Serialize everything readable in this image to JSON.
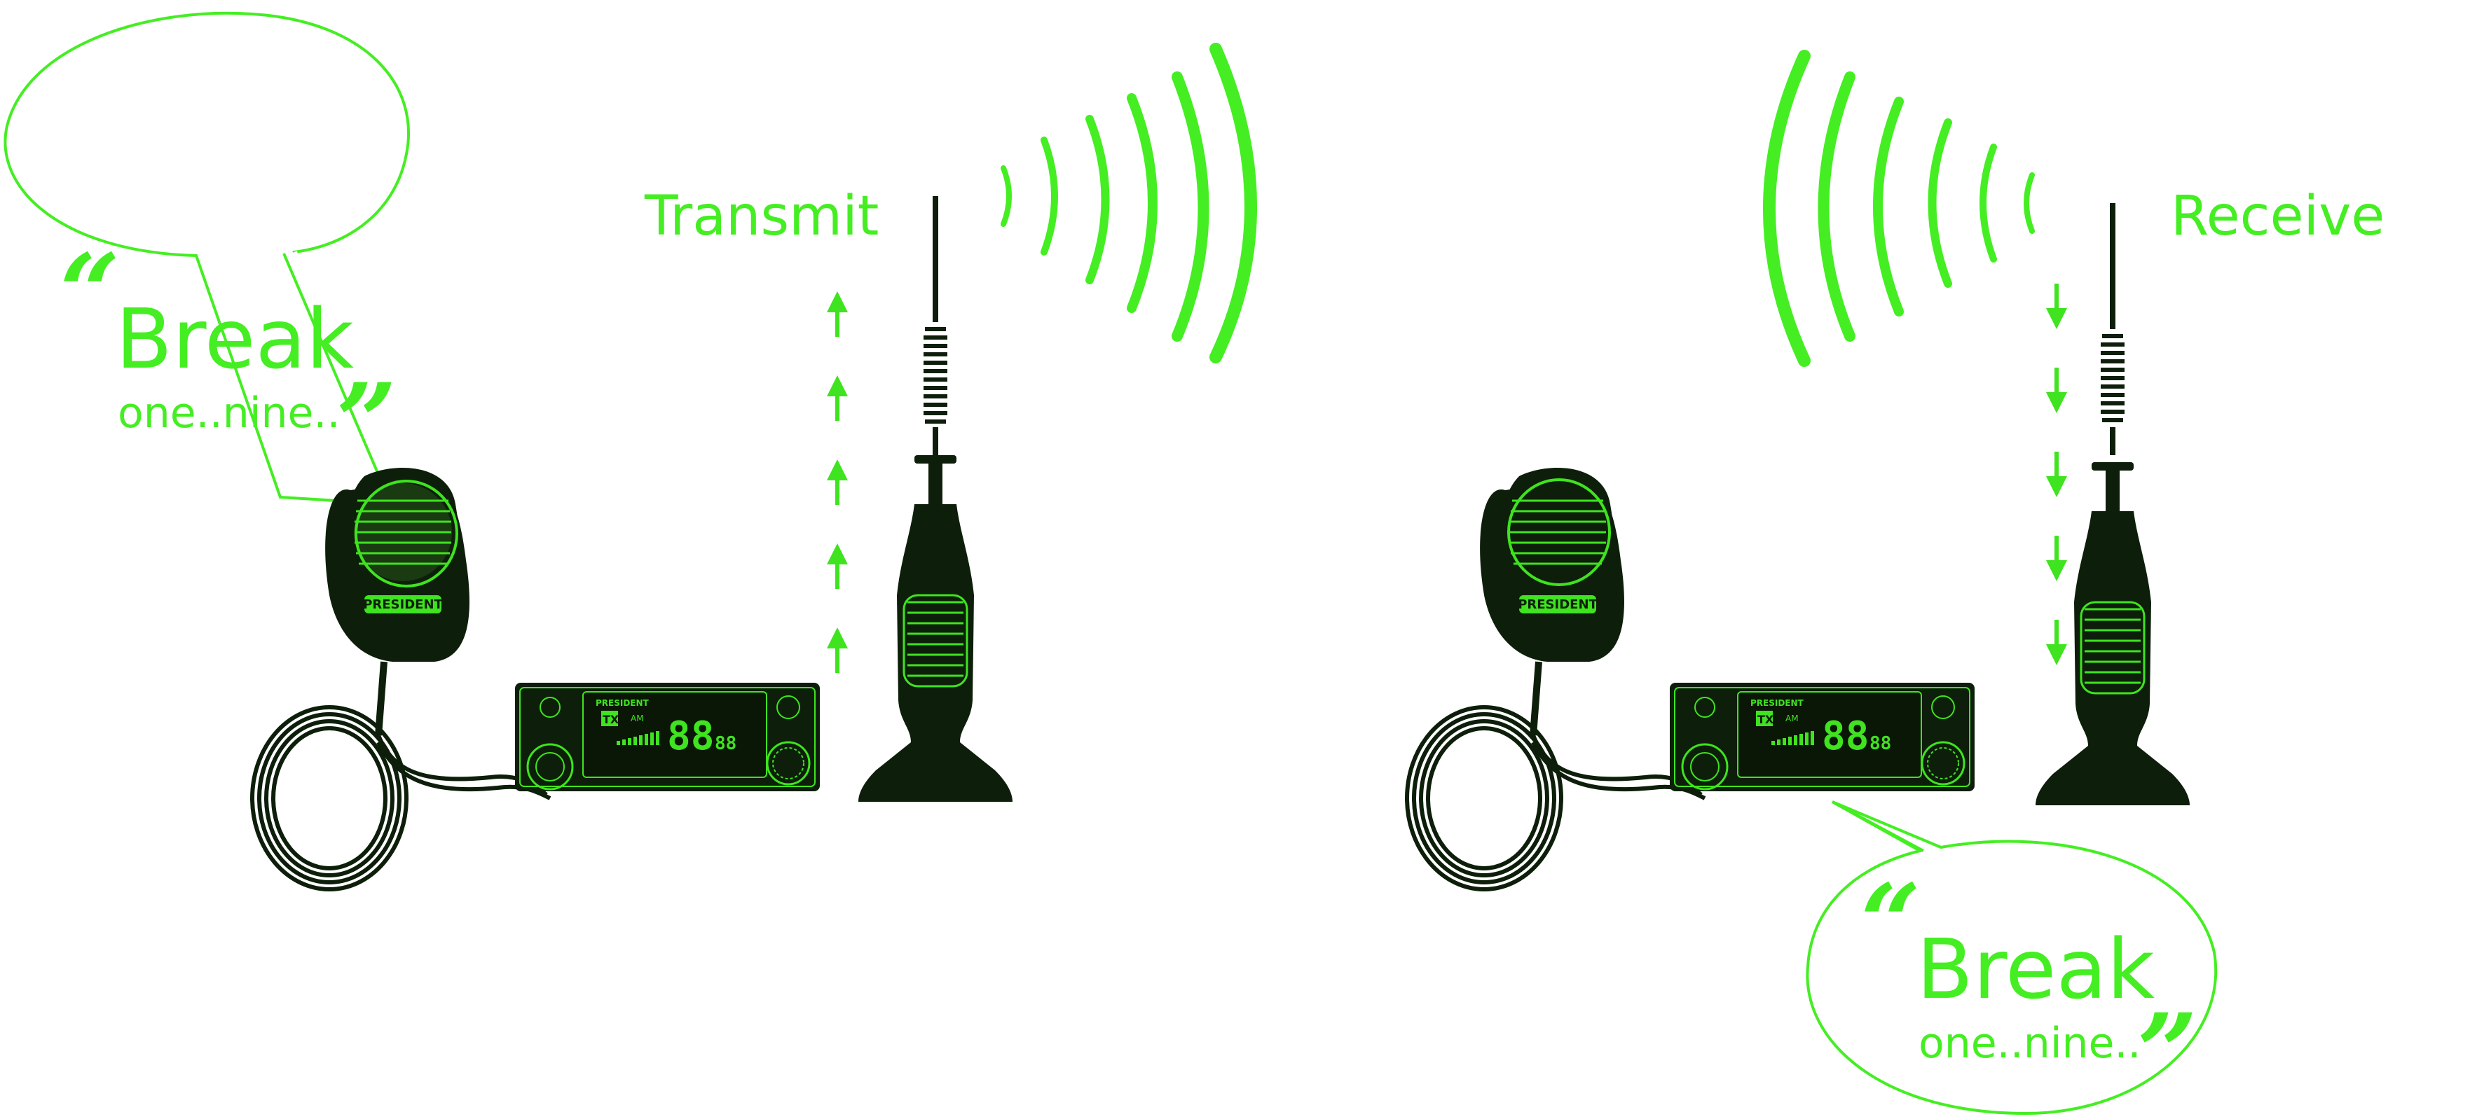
{
  "colors": {
    "accent": "#44ee22",
    "dark": "#0d1f0a",
    "background": "#ffffff"
  },
  "left_station": {
    "label": "Transmit",
    "bubble": {
      "open_quote": "“",
      "word": "Break",
      "sub": "one..nine..",
      "close_quote": "”"
    },
    "brand": "PRESIDENT",
    "display_digits": "88",
    "display_small": "88",
    "mode": "AM",
    "tx_badge": "TX"
  },
  "right_station": {
    "label": "Receive",
    "bubble": {
      "open_quote": "“",
      "word": "Break",
      "sub": "one..nine..",
      "close_quote": "”"
    },
    "brand": "PRESIDENT",
    "display_digits": "88",
    "display_small": "88",
    "mode": "AM",
    "tx_badge": "TX"
  },
  "icons": {
    "wave": "radio-wave-icon",
    "arrow_up": "arrow-up-icon",
    "arrow_down": "arrow-down-icon"
  }
}
